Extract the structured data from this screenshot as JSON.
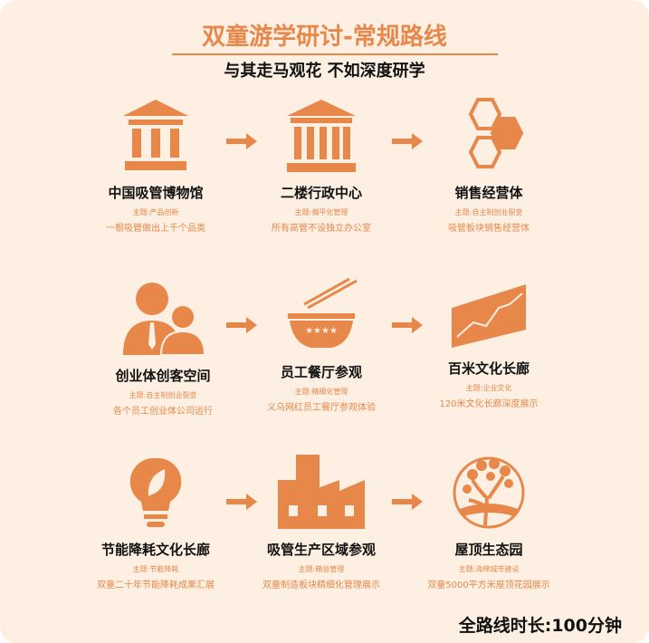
{
  "header": {
    "title": "双童游学研讨-常规路线",
    "subtitle": "与其走马观花 不如深度研学"
  },
  "stops": [
    {
      "name": "中国吸管博物馆",
      "theme": "主题:产品创新",
      "desc": "一根吸管做出上千个品类",
      "icon": "museum-icon"
    },
    {
      "name": "二楼行政中心",
      "theme": "主题:偏平化管理",
      "desc": "所有高管不设独立办公室",
      "icon": "building-icon"
    },
    {
      "name": "销售经营体",
      "theme": "主题:自主制创业裂变",
      "desc": "吸管板块销售经营体",
      "icon": "hexagon-icon"
    },
    {
      "name": "创业体创客空间",
      "theme": "主题:自主制创业裂变",
      "desc": "各个员工创业体公司运行",
      "icon": "people-icon"
    },
    {
      "name": "员工餐厅参观",
      "theme": "主题:精细化管理",
      "desc": "义乌网红员工餐厅参观体验",
      "icon": "bowl-icon"
    },
    {
      "name": "百米文化长廊",
      "theme": "主题:企业文化",
      "desc": "120米文化长廊深度展示",
      "icon": "chart-wall-icon"
    },
    {
      "name": "节能降耗文化长廊",
      "theme": "主题:节能降耗",
      "desc": "双童二十年节能降耗成果汇展",
      "icon": "bulb-leaf-icon"
    },
    {
      "name": "吸管生产区域参观",
      "theme": "主题:精益管理",
      "desc": "双童制造板块精细化管理展示",
      "icon": "factory-icon"
    },
    {
      "name": "屋顶生态园",
      "theme": "主题:海绵城市建设",
      "desc": "双童5000平方米屋顶花园展示",
      "icon": "tree-icon"
    }
  ],
  "footer": {
    "duration": "全路线时长:100分钟"
  },
  "colors": {
    "accent": "#e8874a",
    "background": "#fdf0e3"
  }
}
